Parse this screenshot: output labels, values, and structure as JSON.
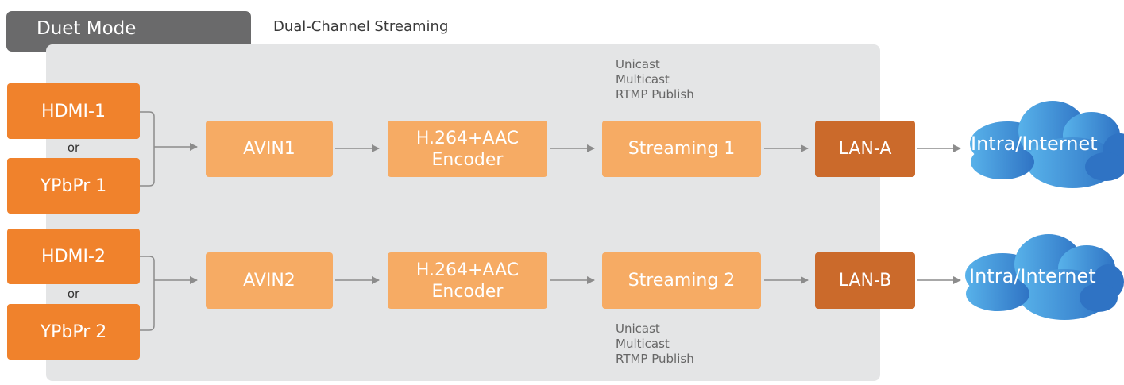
{
  "header": {
    "mode_label": "Duet Mode",
    "subtitle": "Dual-Channel Streaming"
  },
  "channels": [
    {
      "source_a": "HDMI-1",
      "or_label": "or",
      "source_b": "YPbPr 1",
      "avin": "AVIN1",
      "encoder_line1": "H.264+AAC",
      "encoder_line2": "Encoder",
      "streaming": "Streaming 1",
      "lan": "LAN-A",
      "cloud": "Intra/Internet",
      "protocols": [
        "Unicast",
        "Multicast",
        "RTMP Publish"
      ]
    },
    {
      "source_a": "HDMI-2",
      "or_label": "or",
      "source_b": "YPbPr 2",
      "avin": "AVIN2",
      "encoder_line1": "H.264+AAC",
      "encoder_line2": "Encoder",
      "streaming": "Streaming 2",
      "lan": "LAN-B",
      "cloud": "Intra/Internet",
      "protocols": [
        "Unicast",
        "Multicast",
        "RTMP Publish"
      ]
    }
  ],
  "colors": {
    "source": "#f0822c",
    "process": "#f6ab64",
    "lan": "#cb6a2b",
    "panel": "#e4e5e6",
    "tab": "#6a6a6b",
    "cloud": "#3a8fd3",
    "arrow": "#8c8c8c"
  }
}
